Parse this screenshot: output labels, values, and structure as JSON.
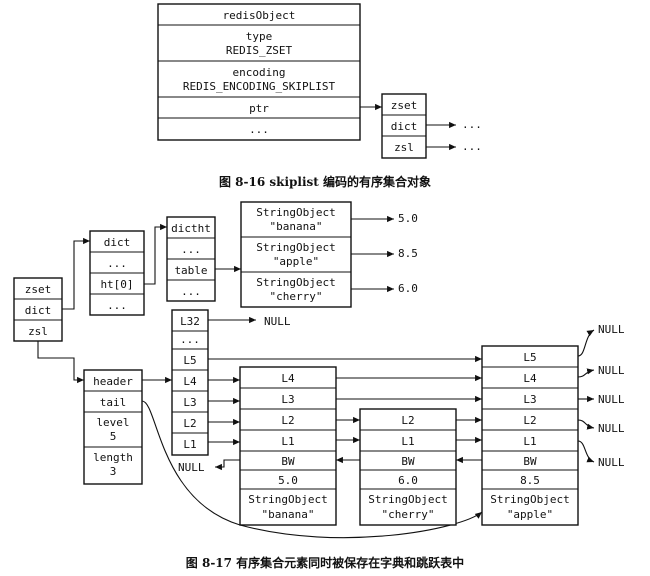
{
  "fig16": {
    "redis_object": {
      "title": "redisObject",
      "type_label": "type",
      "type_value": "REDIS_ZSET",
      "encoding_label": "encoding",
      "encoding_value": "REDIS_ENCODING_SKIPLIST",
      "ptr": "ptr",
      "more": "..."
    },
    "zset": {
      "title": "zset",
      "dict": "dict",
      "zsl": "zsl"
    },
    "dict_dots": "...",
    "zsl_dots": "...",
    "caption": "图 8-16   skiplist 编码的有序集合对象"
  },
  "fig17": {
    "zset": {
      "title": "zset",
      "dict": "dict",
      "zsl": "zsl"
    },
    "dict": {
      "title": "dict",
      "r1": "...",
      "ht0": "ht[0]",
      "r3": "..."
    },
    "dictht": {
      "title": "dictht",
      "r1": "...",
      "table": "table",
      "r3": "..."
    },
    "entries": [
      {
        "name": "StringObject",
        "key": "\"banana\"",
        "score": "5.0"
      },
      {
        "name": "StringObject",
        "key": "\"apple\"",
        "score": "8.5"
      },
      {
        "name": "StringObject",
        "key": "\"cherry\"",
        "score": "6.0"
      }
    ],
    "zskiplist": {
      "header": "header",
      "tail": "tail",
      "level_label": "level",
      "level_value": "5",
      "length_label": "length",
      "length_value": "3"
    },
    "header_node": [
      "L32",
      "...",
      "L5",
      "L4",
      "L3",
      "L2",
      "L1"
    ],
    "null_label": "NULL",
    "nodes": [
      {
        "levels": [
          "L4",
          "L3",
          "L2",
          "L1"
        ],
        "bw": "BW",
        "score": "5.0",
        "obj_name": "StringObject",
        "obj_value": "\"banana\""
      },
      {
        "levels": [
          "L2",
          "L1"
        ],
        "bw": "BW",
        "score": "6.0",
        "obj_name": "StringObject",
        "obj_value": "\"cherry\""
      },
      {
        "levels": [
          "L5",
          "L4",
          "L3",
          "L2",
          "L1"
        ],
        "bw": "BW",
        "score": "8.5",
        "obj_name": "StringObject",
        "obj_value": "\"apple\""
      }
    ],
    "caption": "图 8-17   有序集合元素同时被保存在字典和跳跃表中"
  }
}
